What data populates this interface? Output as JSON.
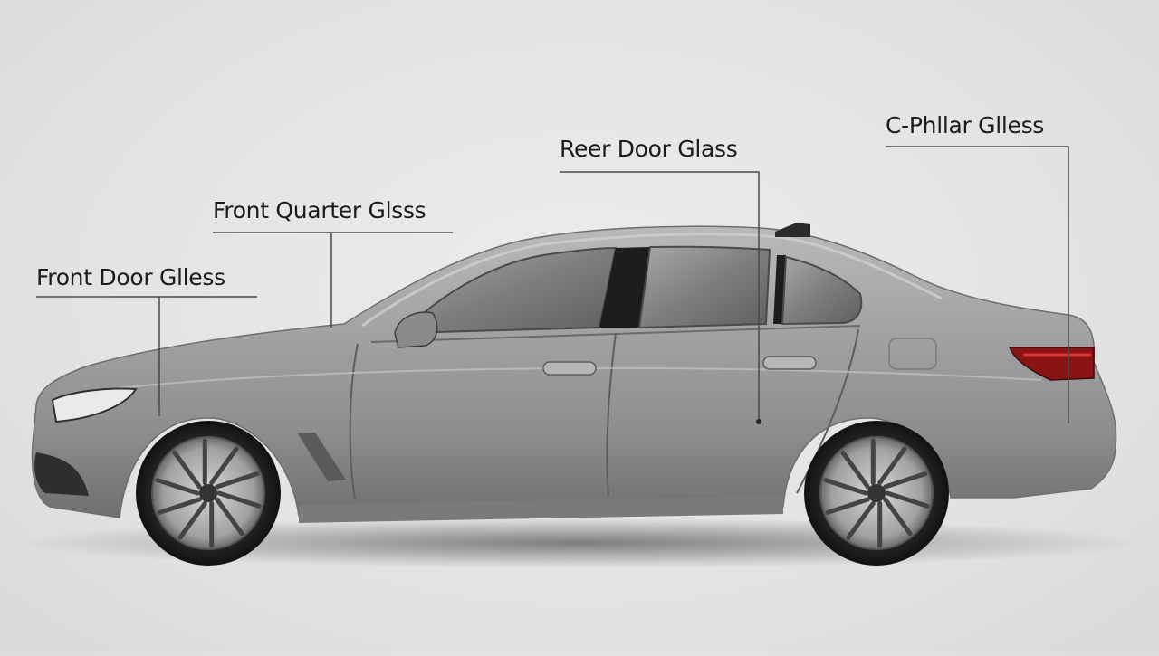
{
  "diagram": {
    "subject": "car-side-view",
    "car_color": "#9c9c9e",
    "background_color": "#e6e6e6",
    "callouts": [
      {
        "id": "front-door-glass",
        "label": "Front Door Glless"
      },
      {
        "id": "front-quarter-glass",
        "label": "Front Quarter Glsss"
      },
      {
        "id": "rear-door-glass",
        "label": "Reer Door Glass"
      },
      {
        "id": "c-pillar-glass",
        "label": "C-Phllar Glless"
      }
    ]
  }
}
